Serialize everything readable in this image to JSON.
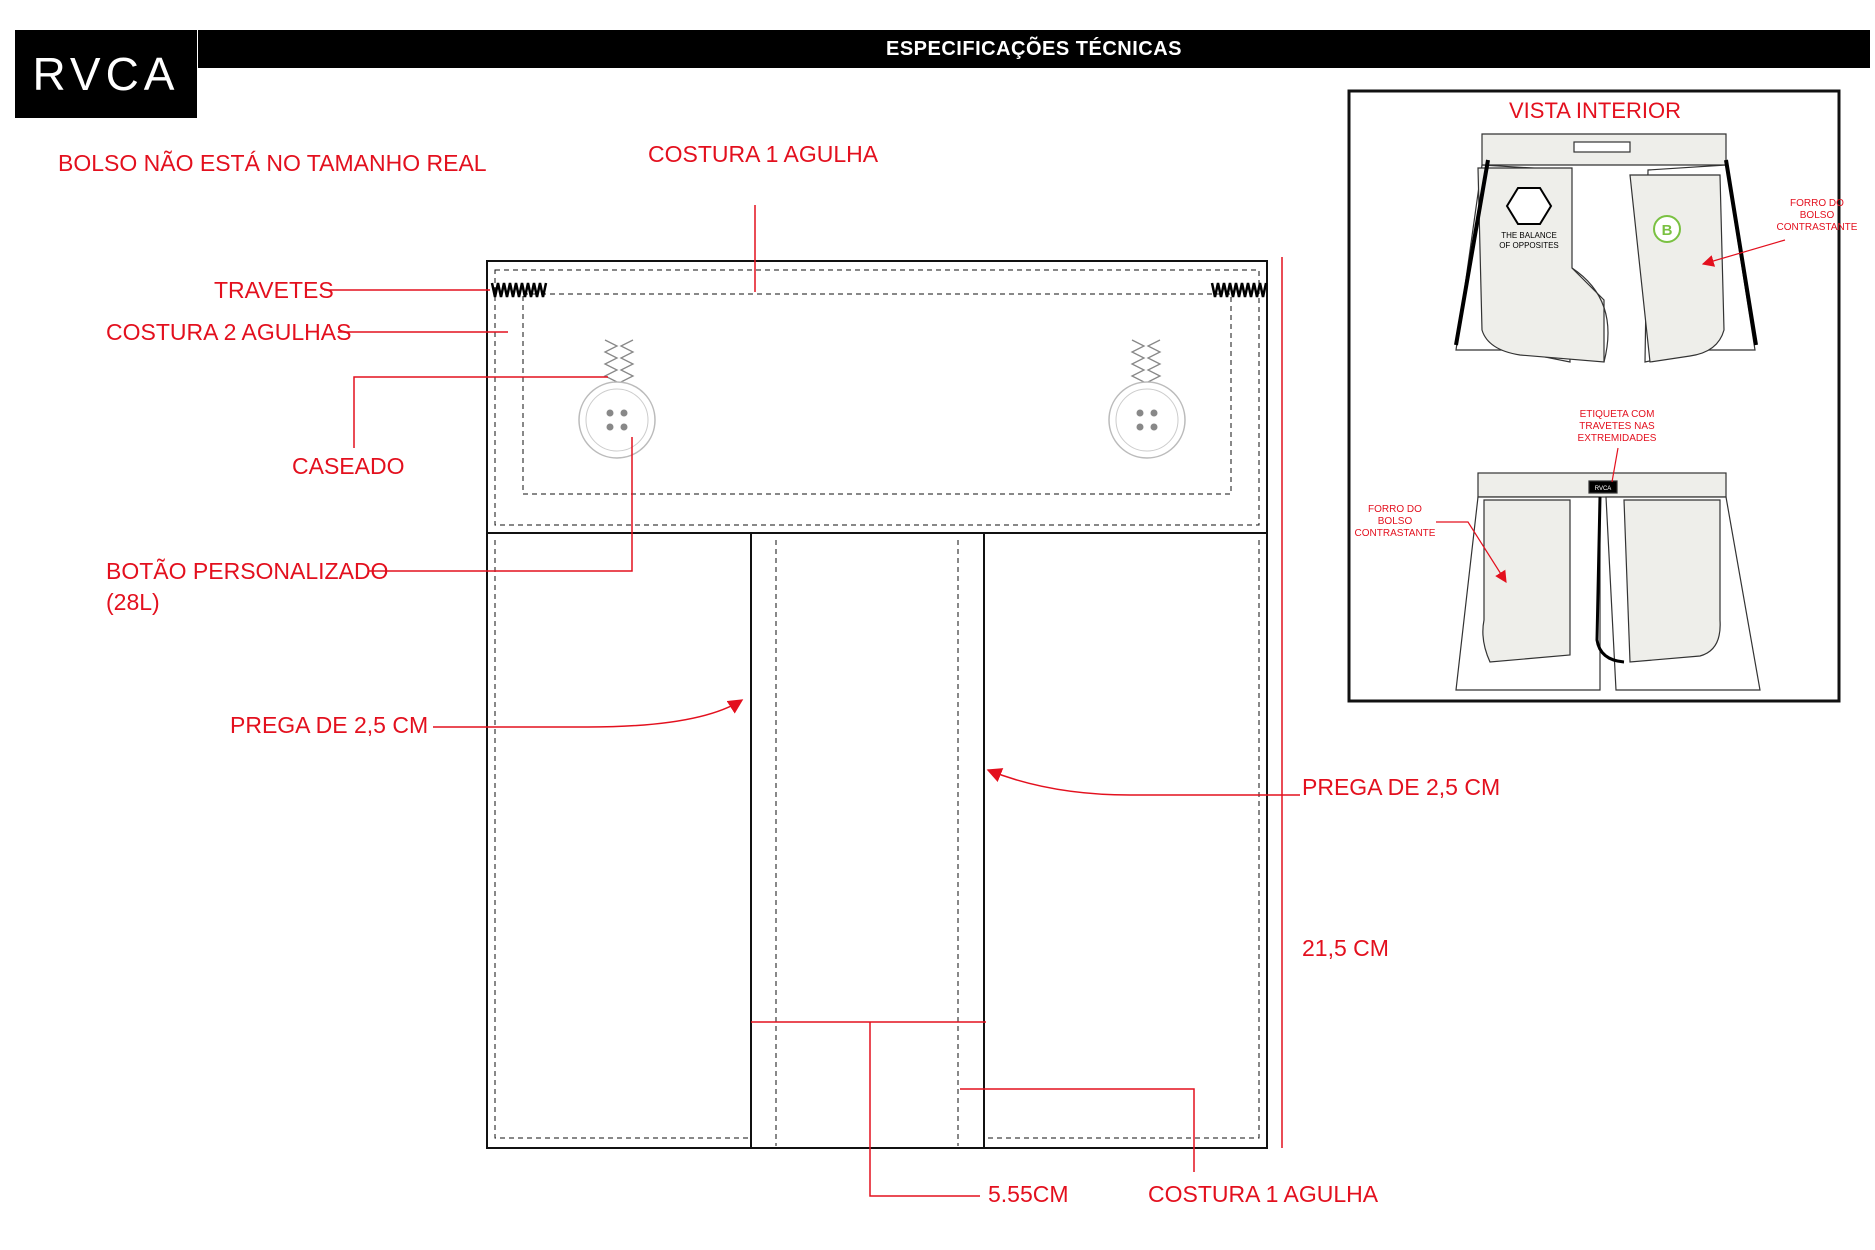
{
  "header": {
    "title": "ESPECIFICAÇÕES TÉCNICAS",
    "logo_text": "RVCA"
  },
  "notes": {
    "not_real_size": "BOLSO NÃO ESTÁ NO TAMANHO REAL"
  },
  "callouts": {
    "top_stitch": "COSTURA 1 AGULHA",
    "bartacks": "TRAVETES",
    "double_needle": "COSTURA 2 AGULHAS",
    "buttonhole": "CASEADO",
    "button_line1": "BOTÃO PERSONALIZADO",
    "button_line2": "(28L)",
    "pleat_left": "PREGA DE 2,5 CM",
    "pleat_right": "PREGA DE 2,5 CM",
    "height": "21,5 CM",
    "pleat_width": "5.55CM",
    "bottom_stitch": "COSTURA 1 AGULHA"
  },
  "interior_panel": {
    "title": "VISTA INTERIOR",
    "lining_note_top": [
      "FORRO DO",
      "BOLSO",
      "CONTRASTANTE"
    ],
    "label_note": [
      "ETIQUETA COM",
      "TRAVETES NAS",
      "EXTREMIDADES"
    ],
    "lining_note_bottom": [
      "FORRO DO",
      "BOLSO",
      "CONTRASTANTE"
    ],
    "print_lines": [
      "THE BALANCE",
      "OF OPPOSITES"
    ],
    "badge_letter": "B",
    "label_text": "RVCA"
  },
  "colors": {
    "annotation": "#e3101e",
    "header_bg": "#000000",
    "badge": "#7ac142",
    "lining_fill": "#eeeeea"
  }
}
